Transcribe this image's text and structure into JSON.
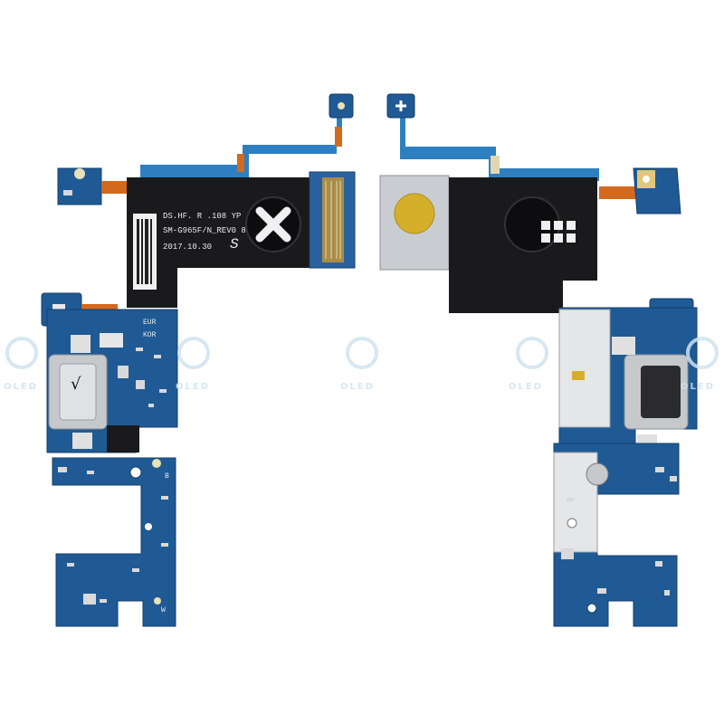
{
  "photo": {
    "left_part": {
      "silkscreen_line_1": "DS.HF. R .108  YP",
      "silkscreen_line_2": "SM-G965F/N_REV0 8",
      "silkscreen_line_3": "2017.10.30",
      "region_marks": [
        "EUR",
        "KOR"
      ],
      "board_marks": [
        "B",
        "W"
      ]
    },
    "watermark": {
      "text": "OLED",
      "repeat_count": 5
    },
    "colors": {
      "background": "#ffffff",
      "flex_black": "#1a1a1c",
      "pcb_blue": "#1f5a95",
      "ribbon_blue": "#2e7fc0",
      "ribbon_orange": "#d2691e",
      "metal_shield": "#c9ccd0",
      "gold_sticker": "#d4b02a"
    }
  }
}
